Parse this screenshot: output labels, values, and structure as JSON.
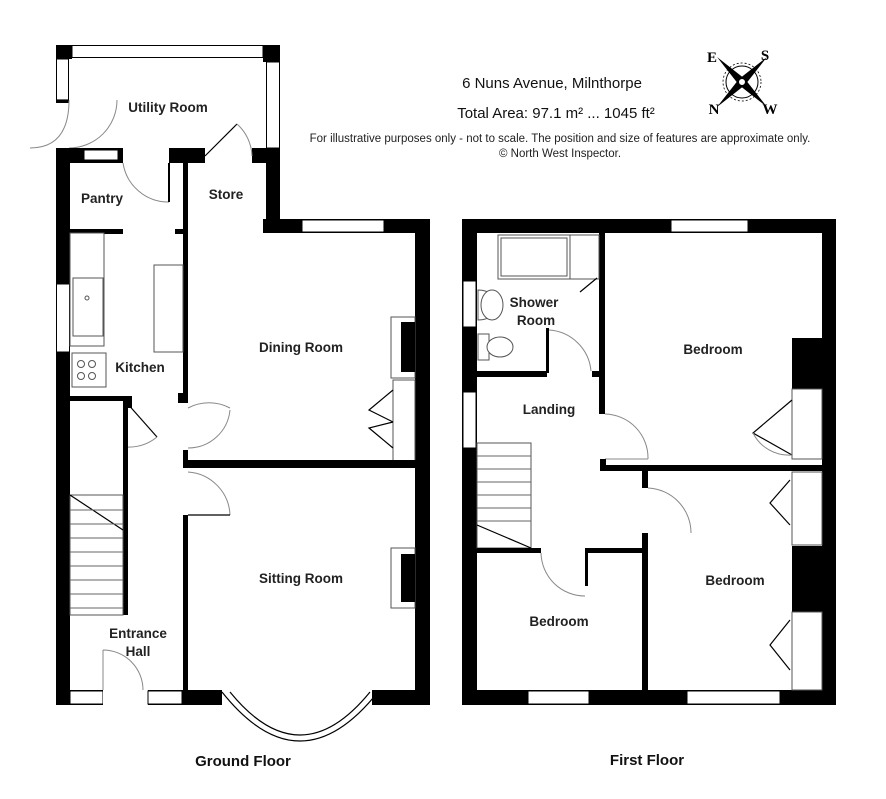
{
  "header": {
    "address": "6 Nuns Avenue, Milnthorpe",
    "total_area": "Total Area: 97.1 m² ... 1045 ft²",
    "disclaimer": "For illustrative purposes only - not to scale. The position and size of features are approximate only.",
    "copyright": "© North West Inspector."
  },
  "compass": {
    "top_left": "E",
    "top_right": "S",
    "bottom_left": "N",
    "bottom_right": "W"
  },
  "ground_floor": {
    "title": "Ground Floor",
    "rooms": {
      "utility": "Utility Room",
      "pantry": "Pantry",
      "store": "Store",
      "kitchen": "Kitchen",
      "dining": "Dining Room",
      "sitting": "Sitting Room",
      "hall_1": "Entrance",
      "hall_2": "Hall"
    }
  },
  "first_floor": {
    "title": "First Floor",
    "rooms": {
      "shower_1": "Shower",
      "shower_2": "Room",
      "landing": "Landing",
      "bedroom_1": "Bedroom",
      "bedroom_2": "Bedroom",
      "bedroom_3": "Bedroom"
    }
  }
}
